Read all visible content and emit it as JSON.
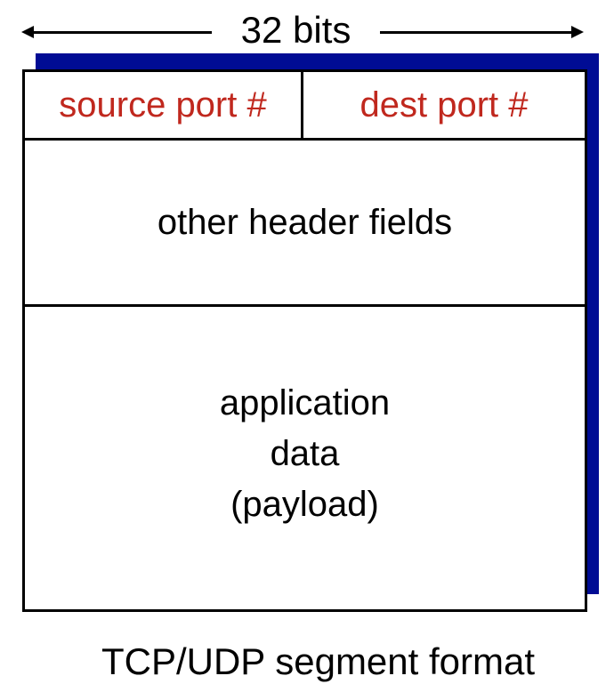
{
  "width_label": "32 bits",
  "fields": {
    "source_port": "source port #",
    "dest_port": "dest port #",
    "other_header": "other header fields",
    "payload_lines": [
      "application",
      "data",
      "(payload)"
    ]
  },
  "caption": "TCP/UDP segment format",
  "colors": {
    "shadow": "#000c94",
    "port_text": "#c0281e"
  }
}
